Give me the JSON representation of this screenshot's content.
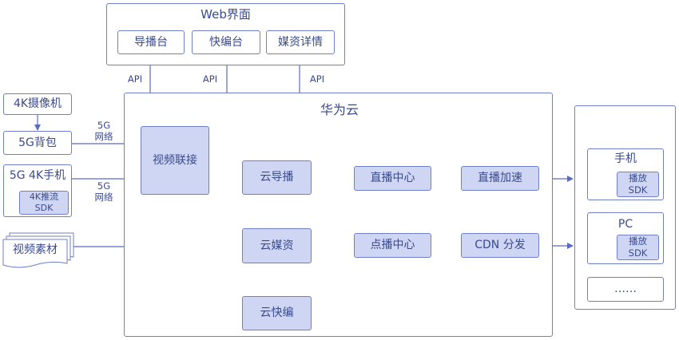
{
  "web": {
    "title": "Web界面",
    "items": [
      "导播台",
      "快编台",
      "媒资详情"
    ],
    "api": "API"
  },
  "cloud": {
    "title": "华为云",
    "connect": "视频联接",
    "director": "云导播",
    "live_center": "直播中心",
    "live_accel": "直播加速",
    "media": "云媒资",
    "vod_center": "点播中心",
    "cdn": "CDN 分发",
    "quick_edit": "云快编"
  },
  "sources": {
    "camera": "4K摄像机",
    "backpack": "5G背包",
    "phone": "5G 4K手机",
    "phone_sdk_line1": "4K推流",
    "phone_sdk_line2": "SDK",
    "material": "视频素材",
    "network_5g_line1": "5G",
    "network_5g_line2": "网络"
  },
  "clients": {
    "phone": "手机",
    "pc": "PC",
    "sdk_line1": "播放",
    "sdk_line2": "SDK",
    "more": "……"
  }
}
